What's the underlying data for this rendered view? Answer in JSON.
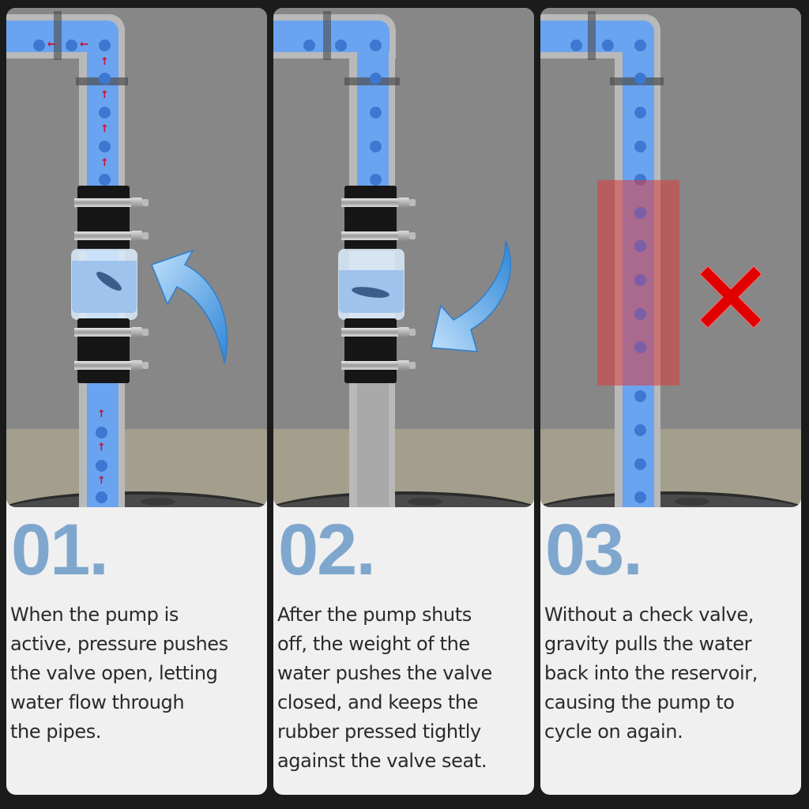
{
  "steps": [
    {
      "number": "01.",
      "state": "pump-active-valve-open",
      "description": "When the pump is\nactive, pressure pushes\nthe valve open, letting\nwater flow through\nthe pipes.",
      "flow_arrow": "up-curved-arrow",
      "flow_direction": "upward"
    },
    {
      "number": "02.",
      "state": "pump-off-valve-closed",
      "description": "After the pump shuts\noff, the weight of the\nwater pushes the valve\nclosed, and keeps the\nrubber pressed tightly\nagainst the valve seat.",
      "flow_arrow": "down-curved-arrow",
      "flow_direction": "none"
    },
    {
      "number": "03.",
      "state": "no-check-valve",
      "description": "Without a check valve,\ngravity pulls the water\nback into the reservoir,\ncausing the pump to\ncycle on again.",
      "marker": "red-x-icon",
      "flow_direction": "backflow"
    }
  ],
  "colors": {
    "number": "#7fa7ce",
    "water": "#6aa3ef",
    "dot": "#3c78d2",
    "background": "#878787",
    "panel": "#f0f0f0",
    "x_mark": "#e00000",
    "flow_arrow": "#c8102e"
  }
}
